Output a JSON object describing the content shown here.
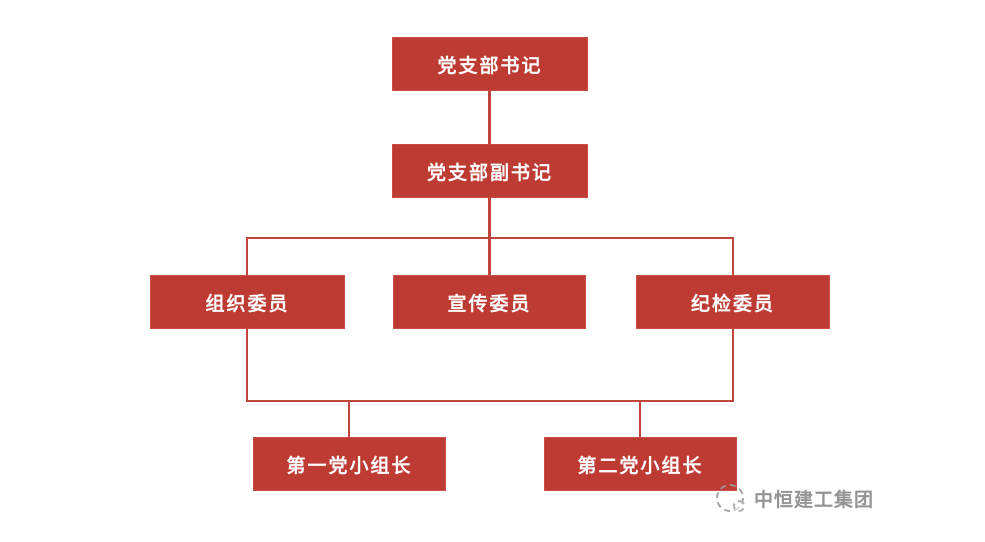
{
  "diagram": {
    "type": "org-chart",
    "title": "",
    "nodes": [
      {
        "id": "party-branch-secretary",
        "label": "党支部书记",
        "level": 1
      },
      {
        "id": "party-branch-deputy-secretary",
        "label": "党支部副书记",
        "level": 2
      },
      {
        "id": "organization-committee-member",
        "label": "组织委员",
        "level": 3
      },
      {
        "id": "propaganda-committee-member",
        "label": "宣传委员",
        "level": 3
      },
      {
        "id": "discipline-inspection-committee-member",
        "label": "纪检委员",
        "level": 3
      },
      {
        "id": "first-party-group-leader",
        "label": "第一党小组长",
        "level": 4
      },
      {
        "id": "second-party-group-leader",
        "label": "第二党小组长",
        "level": 4
      }
    ],
    "edges": [
      {
        "from": "party-branch-secretary",
        "to": "party-branch-deputy-secretary"
      },
      {
        "from": "party-branch-deputy-secretary",
        "to": "organization-committee-member"
      },
      {
        "from": "party-branch-deputy-secretary",
        "to": "propaganda-committee-member"
      },
      {
        "from": "party-branch-deputy-secretary",
        "to": "discipline-inspection-committee-member"
      },
      {
        "from": "committee-row-bus",
        "to": "first-party-group-leader"
      },
      {
        "from": "committee-row-bus",
        "to": "second-party-group-leader"
      }
    ],
    "colors": {
      "node_fill": "#BE3B33",
      "node_border": "#C94F45",
      "node_text": "#FFFFFF",
      "connector": "#C2453D",
      "background": "#FFFFFF"
    }
  },
  "watermark": {
    "icon": "dashed-circle-logo",
    "text": "中恒建工集团",
    "color": "#8F8F8F"
  }
}
